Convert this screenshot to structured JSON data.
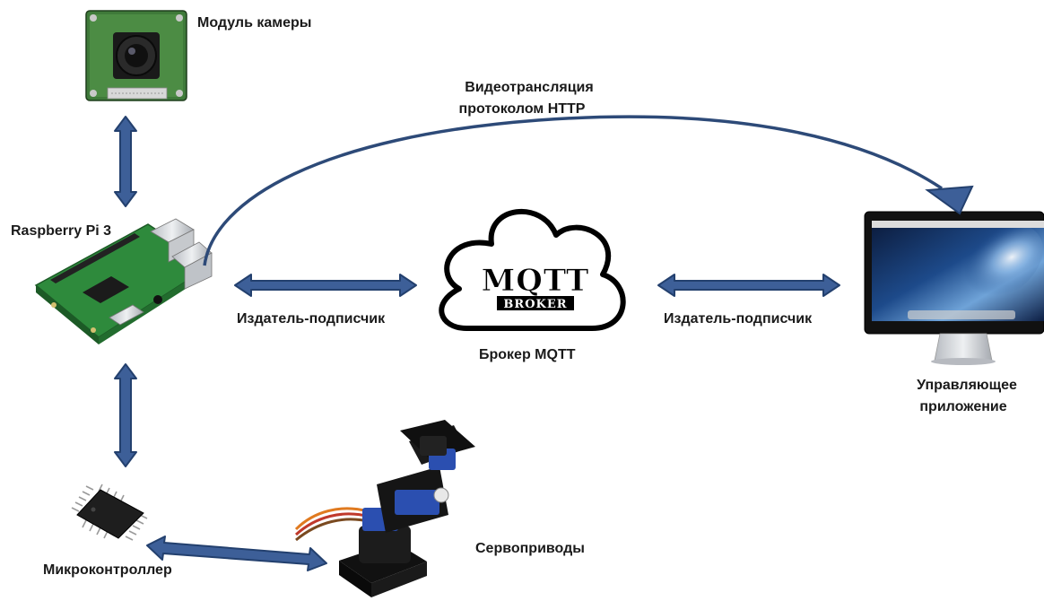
{
  "labels": {
    "camera": "Модуль камеры",
    "raspberry": "Raspberry Pi 3",
    "video_line1": "Видеотрансляция",
    "video_line2": "протоколом HTTP",
    "pubsub_left": "Издатель-подписчик",
    "pubsub_right": "Издатель-подписчик",
    "broker": "Брокер MQTT",
    "app_line1": "Управляющее",
    "app_line2": "приложение",
    "mcu": "Микроконтроллер",
    "servo": "Сервоприводы"
  },
  "cloud": {
    "logo_text": "MQTT",
    "sub_text": "BROKER"
  },
  "colors": {
    "arrow_fill": "#3d5f98",
    "arrow_stroke": "#23406e",
    "curve": "#2d4a78",
    "pcb_green": "#2e8a3c",
    "cloud_stroke": "#000000"
  }
}
